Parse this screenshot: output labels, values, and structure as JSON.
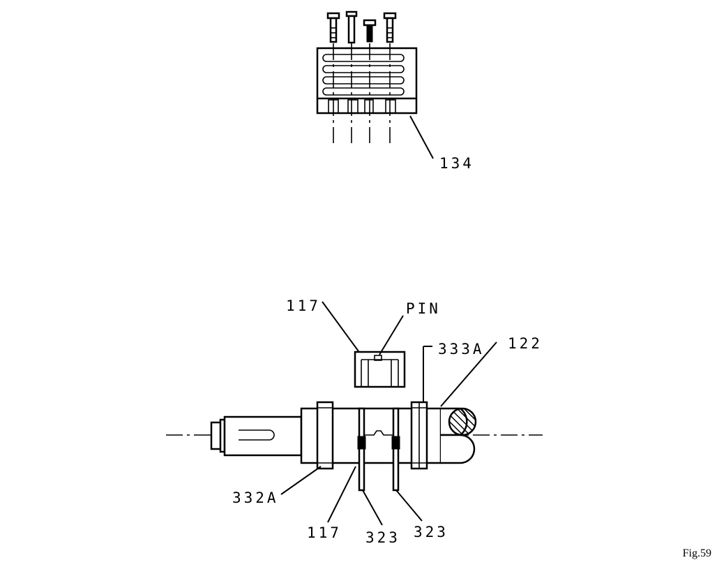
{
  "labels": {
    "top_assembly": "134",
    "fork_top": "117",
    "pin": "PIN",
    "ring_right": "333A",
    "shaft": "122",
    "ring_left": "332A",
    "fork_bottom": "117",
    "plate_left": "323",
    "plate_right": "323"
  },
  "caption": "Fig.59",
  "colors": {
    "line": "#000000",
    "background": "#ffffff"
  }
}
